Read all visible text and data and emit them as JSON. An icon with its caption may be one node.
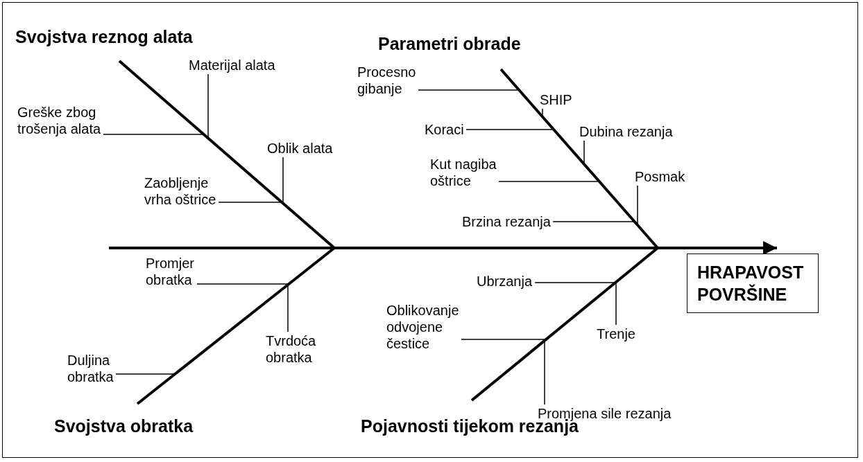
{
  "diagram": {
    "nodes": [
      {
        "text": [
          "Svojstva reznog alata"
        ]
      },
      {
        "text": [
          "Materijal  alata"
        ]
      },
      {
        "text": [
          "Greške zbog trošenja alata"
        ]
      },
      {
        "text": [
          "Oblik  alata"
        ]
      },
      {
        "text": [
          "Zaobljenje vrha oštrice"
        ]
      },
      {
        "text": [
          "Parametri obrade"
        ]
      },
      {
        "text": [
          "Procesno gibanje"
        ]
      },
      {
        "text": [
          "SHIP"
        ]
      },
      {
        "text": [
          "Koraci"
        ]
      },
      {
        "text": [
          "Dubina rezanja"
        ]
      },
      {
        "text": [
          "Kut nagiba oštrice"
        ]
      },
      {
        "text": [
          "Posmak"
        ]
      },
      {
        "text": [
          "Brzina rezanja"
        ]
      },
      {
        "text": [
          "HRAPAVOST POVRŠINE"
        ]
      },
      {
        "text": [
          "Promjer obratka"
        ]
      },
      {
        "text": [
          "Tvrdoća obratka"
        ]
      },
      {
        "text": [
          "Duljina obratka"
        ]
      },
      {
        "text": [
          "Svojstva obratka"
        ]
      },
      {
        "text": [
          "Ubrzanja"
        ]
      },
      {
        "text": [
          "Trenje"
        ]
      },
      {
        "text": [
          "Oblikovanje odvojene čestice"
        ]
      },
      {
        "text": [
          "Promjena sile rezanja"
        ]
      },
      {
        "text": [
          "Pojavnosti tijekom rezanja"
        ]
      }
    ],
    "edges": [
      {
        "from": null,
        "to": 13,
        "arrow": "to",
        "style": "thick"
      },
      {
        "from": 0,
        "to": null,
        "arrow": "none",
        "style": "thick"
      },
      {
        "from": 5,
        "to": null,
        "arrow": "none",
        "style": "thick"
      },
      {
        "from": 17,
        "to": null,
        "arrow": "none",
        "style": "thick"
      },
      {
        "from": 22,
        "to": null,
        "arrow": "none",
        "style": "thick"
      },
      {
        "from": 1,
        "to": null,
        "arrow": "none"
      },
      {
        "from": 2,
        "to": null,
        "arrow": "none"
      },
      {
        "from": 3,
        "to": null,
        "arrow": "none"
      },
      {
        "from": 4,
        "to": null,
        "arrow": "none"
      },
      {
        "from": 6,
        "to": null,
        "arrow": "none"
      },
      {
        "from": 7,
        "to": null,
        "arrow": "none"
      },
      {
        "from": 8,
        "to": null,
        "arrow": "none"
      },
      {
        "from": 9,
        "to": null,
        "arrow": "none"
      },
      {
        "from": 10,
        "to": null,
        "arrow": "none"
      },
      {
        "from": 11,
        "to": null,
        "arrow": "none"
      },
      {
        "from": 12,
        "to": null,
        "arrow": "none"
      },
      {
        "from": 14,
        "to": null,
        "arrow": "none"
      },
      {
        "from": 15,
        "to": null,
        "arrow": "none"
      },
      {
        "from": 16,
        "to": null,
        "arrow": "none"
      },
      {
        "from": 18,
        "to": null,
        "arrow": "none"
      },
      {
        "from": 19,
        "to": null,
        "arrow": "none"
      },
      {
        "from": 20,
        "to": null,
        "arrow": "none"
      },
      {
        "from": 21,
        "to": null,
        "arrow": "none"
      }
    ]
  }
}
